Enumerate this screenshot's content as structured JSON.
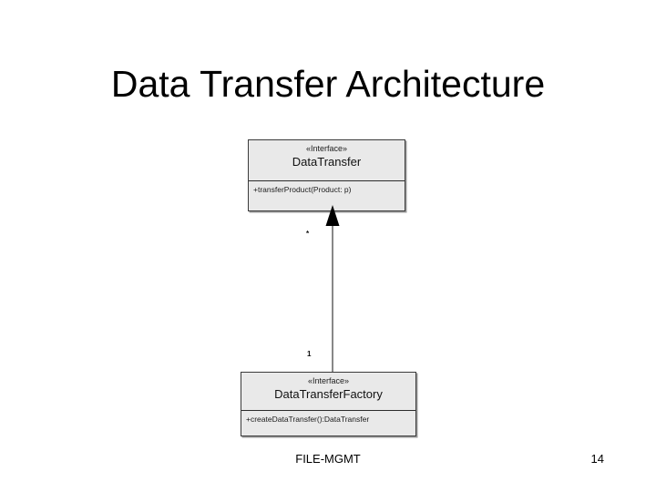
{
  "slide": {
    "title": "Data Transfer Architecture"
  },
  "diagram": {
    "type": "uml-class-diagram",
    "classes": [
      {
        "id": "data-transfer",
        "stereotype": "«Interface»",
        "name": "DataTransfer",
        "operations": [
          "+transferProduct(Product: p)"
        ]
      },
      {
        "id": "data-transfer-factory",
        "stereotype": "«Interface»",
        "name": "DataTransferFactory",
        "operations": [
          "+createDataTransfer():DataTransfer"
        ]
      }
    ],
    "connector": {
      "kind": "generalization",
      "arrowhead": "solid-triangle",
      "from": "DataTransferFactory",
      "to": "DataTransfer",
      "source_multiplicity": "*",
      "target_multiplicity": "1",
      "line_color": "#6b6b6b",
      "arrow_color": "#000000"
    },
    "fill_color": "#e9e9e9",
    "border_color": "#3b3b3b"
  },
  "footer": {
    "center_text": "FILE-MGMT",
    "page_number": "14"
  }
}
